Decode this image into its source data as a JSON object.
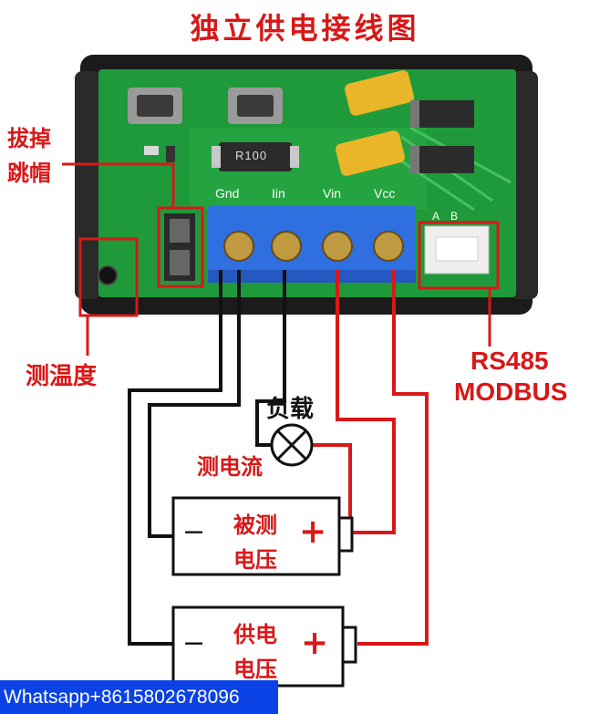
{
  "title": "独立供电接线图",
  "labels": {
    "remove_jumper_line1": "拔掉",
    "remove_jumper_line2": "跳帽",
    "temperature": "测温度",
    "rs485_line1": "RS485",
    "rs485_line2": "MODBUS",
    "load": "负载",
    "current_measure": "测电流"
  },
  "terminals": [
    "Gnd",
    "Iin",
    "Vin",
    "Vcc"
  ],
  "connector_pins": [
    "A",
    "B"
  ],
  "resistor_marking": "R100",
  "batteries": [
    {
      "line1": "被测",
      "line2": "电压",
      "negative": "−",
      "positive": "+"
    },
    {
      "line1": "供电",
      "line2": "电压",
      "negative": "−",
      "positive": "+"
    }
  ],
  "watermark": "Whatsapp+8615802678096",
  "colors": {
    "annotation": "#d81818",
    "pcb": "#1f9a3a",
    "terminal_block": "#2f6fe0",
    "wire_gnd": "#111111",
    "wire_positive": "#d81818"
  }
}
